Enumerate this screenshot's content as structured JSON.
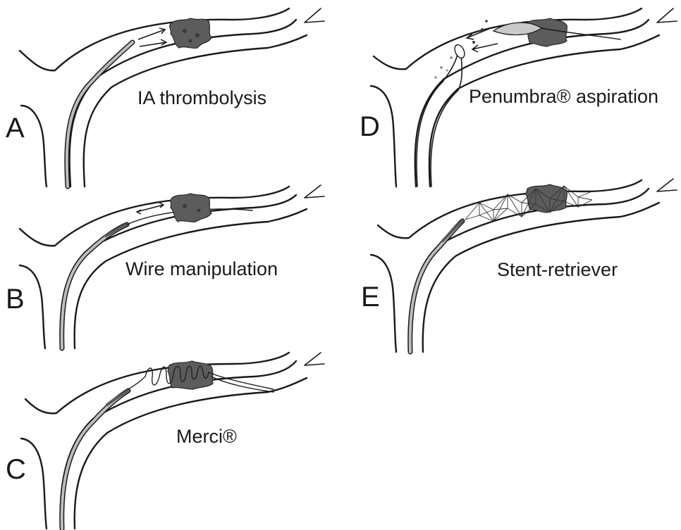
{
  "panels": [
    {
      "id": "A",
      "letter": "A",
      "caption": "IA thrombolysis"
    },
    {
      "id": "B",
      "letter": "B",
      "caption": "Wire manipulation"
    },
    {
      "id": "C",
      "letter": "C",
      "caption": "Merci®"
    },
    {
      "id": "D",
      "letter": "D",
      "caption": "Penumbra® aspiration"
    },
    {
      "id": "E",
      "letter": "E",
      "caption": "Stent-retriever"
    }
  ],
  "colors": {
    "clot": "#5c5c5c",
    "catheter_shaft": "#bdbdbd",
    "catheter_tip": "#5a5a5a",
    "line": "#1a1a1a"
  }
}
